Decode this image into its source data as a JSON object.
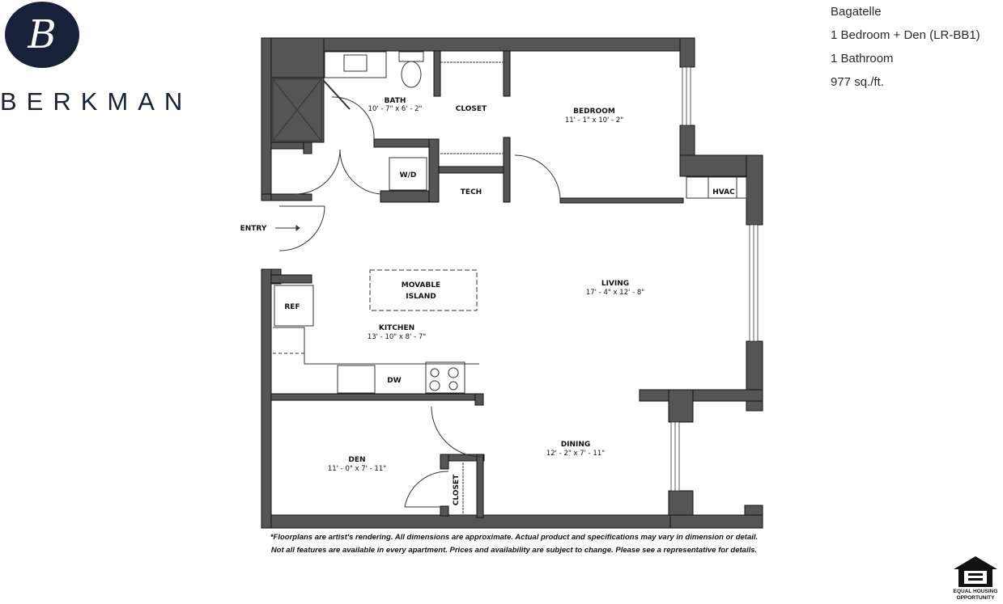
{
  "brand": {
    "logo_glyph": "B",
    "name": "BERKMAN"
  },
  "unit_info": {
    "name": "Bagatelle",
    "type": "1 Bedroom + Den (LR-BB1)",
    "baths": "1 Bathroom",
    "area": "977 sq./ft."
  },
  "rooms": {
    "bath": {
      "name": "BATH",
      "dim": "10' - 7\" x 6' - 2\""
    },
    "closet_top": {
      "name": "CLOSET"
    },
    "bedroom": {
      "name": "BEDROOM",
      "dim": "11' - 1\" x 10' - 2\""
    },
    "wd": {
      "name": "W/D"
    },
    "tech": {
      "name": "TECH"
    },
    "hvac": {
      "name": "HVAC"
    },
    "entry": {
      "name": "ENTRY"
    },
    "island": {
      "name_line1": "MOVABLE",
      "name_line2": "ISLAND"
    },
    "ref": {
      "name": "REF"
    },
    "kitchen": {
      "name": "KITCHEN",
      "dim": "13' - 10\" x 8' - 7\""
    },
    "dw": {
      "name": "DW"
    },
    "living": {
      "name": "LIVING",
      "dim": "17' - 4\" x 12' - 8\""
    },
    "dining": {
      "name": "DINING",
      "dim": "12' - 2\" x 7' - 11\""
    },
    "den": {
      "name": "DEN",
      "dim": "11' - 0\" x 7' - 11\""
    },
    "closet_den": {
      "name": "CLOSET"
    }
  },
  "disclaimer": {
    "line1": "*Floorplans are artist's rendering. All dimensions are approximate. Actual product and specifications may vary in dimension or detail.",
    "line2": "Not all features are available in every apartment. Prices and availability are subject to change. Please see a representative for details."
  },
  "eho": {
    "line1": "EQUAL HOUSING",
    "line2": "OPPORTUNITY"
  },
  "colors": {
    "wall": "#555555",
    "brand": "#17213a"
  }
}
